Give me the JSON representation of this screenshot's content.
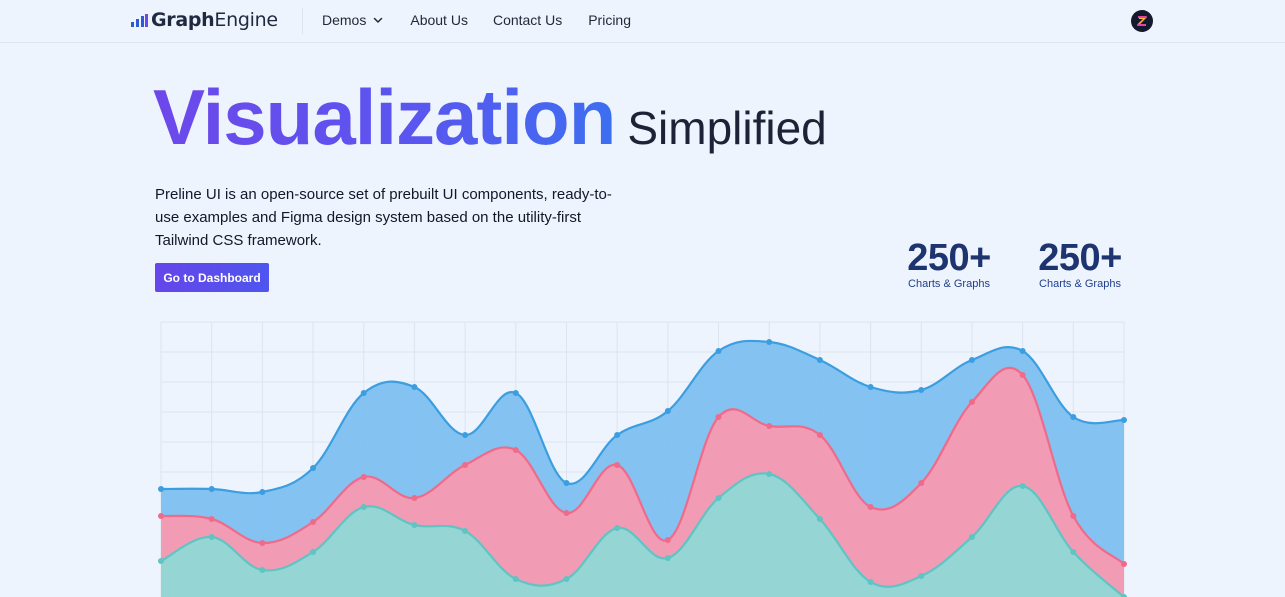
{
  "brand": {
    "name_bold": "Graph",
    "name_regular": "Engine",
    "logo_icon": "bar-chart-logo-icon"
  },
  "nav": {
    "items": [
      {
        "label": "Demos",
        "has_dropdown": true
      },
      {
        "label": "About Us"
      },
      {
        "label": "Contact Us"
      },
      {
        "label": "Pricing"
      }
    ],
    "avatar_icon": "user-avatar-icon"
  },
  "hero": {
    "title_big": "Visualization",
    "title_small": "Simplified",
    "description": "Preline UI is an open-source set of prebuilt UI components, ready-to-use examples and Figma design system based on the utility-first Tailwind CSS framework.",
    "cta_label": "Go to Dashboard"
  },
  "stats": [
    {
      "value": "250+",
      "label": "Charts & Graphs"
    },
    {
      "value": "250+",
      "label": "Charts & Graphs"
    }
  ],
  "colors": {
    "accent": "#5b55ef",
    "series_blue": "#3b9ee0",
    "series_pink": "#f06a8a",
    "series_teal": "#5ec4c4"
  },
  "chart_data": {
    "type": "area",
    "title": "",
    "xlabel": "",
    "ylabel": "",
    "grid": true,
    "stacked": false,
    "x": [
      1,
      2,
      3,
      4,
      5,
      6,
      7,
      8,
      9,
      10,
      11,
      12,
      13,
      14,
      15,
      16,
      17,
      18,
      19,
      20
    ],
    "ylim": [
      0,
      100
    ],
    "series": [
      {
        "color": "#3b9ee0",
        "values": [
          37,
          37,
          36,
          44,
          69,
          71,
          55,
          69,
          39,
          55,
          63,
          83,
          86,
          80,
          71,
          70,
          80,
          83,
          61,
          60
        ]
      },
      {
        "color": "#f06a8a",
        "values": [
          28,
          27,
          19,
          26,
          41,
          34,
          45,
          50,
          29,
          45,
          20,
          61,
          58,
          55,
          31,
          39,
          66,
          75,
          28,
          12
        ]
      },
      {
        "color": "#5ec4c4",
        "values": [
          13,
          21,
          10,
          16,
          31,
          25,
          23,
          7,
          7,
          24,
          14,
          34,
          42,
          27,
          6,
          8,
          21,
          38,
          16,
          1
        ]
      }
    ]
  }
}
